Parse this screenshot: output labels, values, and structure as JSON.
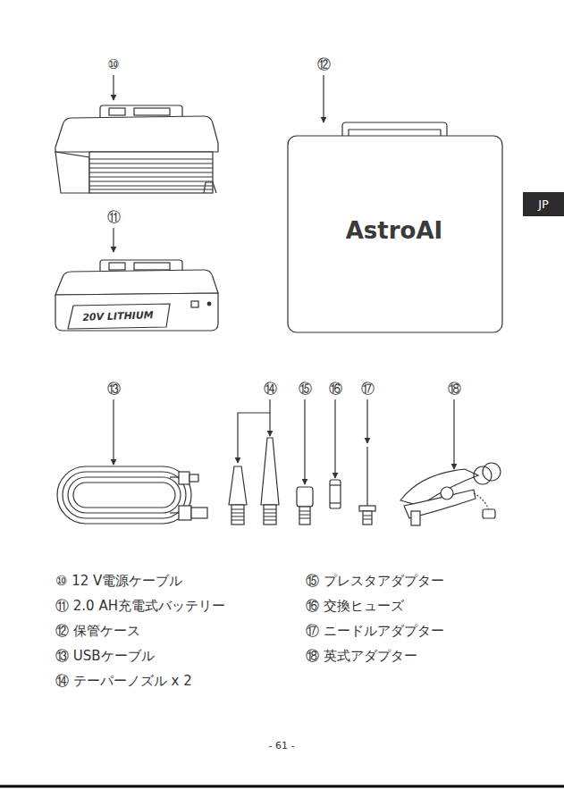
{
  "diagram": {
    "nodes": [
      {
        "text": [
          "JP"
        ]
      }
    ],
    "labels": [
      "⑩",
      "⑫",
      "⑪",
      "AstroAI",
      "20V LITHIUM",
      "⑬",
      "⑭",
      "⑮",
      "⑯",
      "⑰",
      "⑱",
      "⑩ 12 V電源ケーブル",
      "⑮ プレスタアダプター",
      "⑪ 2.0 AH充電式バッテリー",
      "⑯ 交換ヒューズ",
      "⑫ 保管ケース",
      "⑰ ニードルアダプター",
      "⑬ USBケーブル",
      "⑱ 英式アダプター",
      "⑭ テーパーノズル x 2",
      "- 61 -"
    ]
  }
}
